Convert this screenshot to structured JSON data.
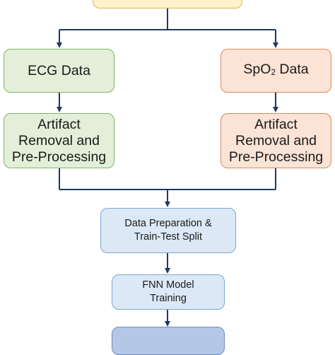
{
  "nodes": {
    "ecg": {
      "label": "ECG Data"
    },
    "spo2": {
      "label_main": "SpO",
      "label_sub": "2",
      "label_rest": " Data"
    },
    "ecg_process": {
      "line1": "Artifact",
      "line2": "Removal and",
      "line3": "Pre-Processing"
    },
    "spo2_process": {
      "line1": "Artifact",
      "line2": "Removal and",
      "line3": "Pre-Processing"
    },
    "prep": {
      "line1": "Data Preparation &",
      "line2": "Train-Test Split"
    },
    "fnn": {
      "line1": "FNN Model",
      "line2": "Training"
    }
  },
  "colors": {
    "arrow": "#1f3864",
    "green_fill": "#e3efd9",
    "orange_fill": "#fbe3d6",
    "blue_fill": "#dce8f5",
    "yellow_fill": "#fff2cc"
  }
}
